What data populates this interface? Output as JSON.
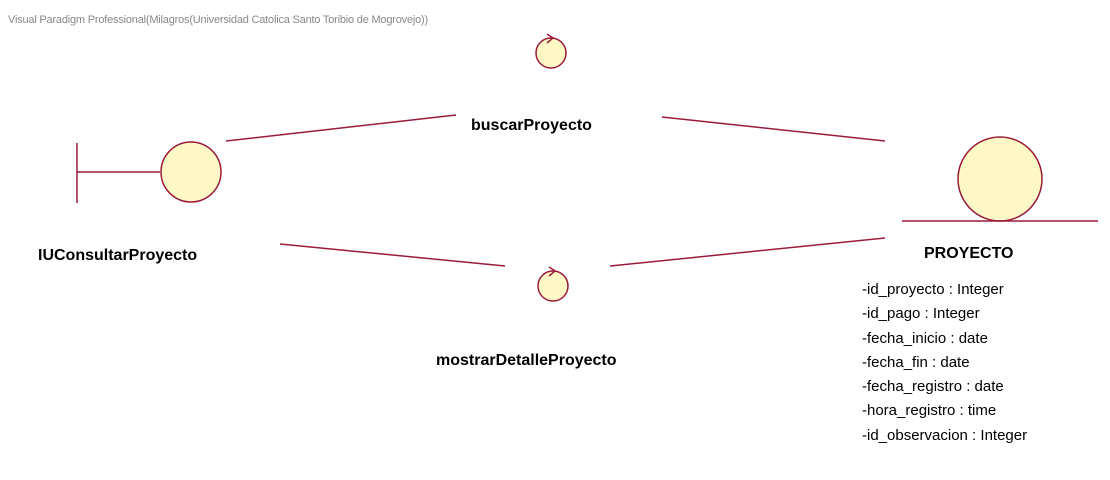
{
  "watermark": "Visual Paradigm Professional(Milagros(Universidad Catolica Santo Toribio de Mogrovejo))",
  "boundary": {
    "name": "IUConsultarProyecto"
  },
  "controls": [
    {
      "name": "buscarProyecto"
    },
    {
      "name": "mostrarDetalleProyecto"
    }
  ],
  "entity": {
    "name": "PROYECTO",
    "attributes": [
      "-id_proyecto : Integer",
      "-id_pago : Integer",
      "-fecha_inicio : date",
      "-fecha_fin : date",
      "-fecha_registro : date",
      "-hora_registro : time",
      "-id_observacion : Integer"
    ]
  },
  "colors": {
    "stroke": "#9b1b3a",
    "fill": "#fdf8c6",
    "watermark": "#888888"
  }
}
